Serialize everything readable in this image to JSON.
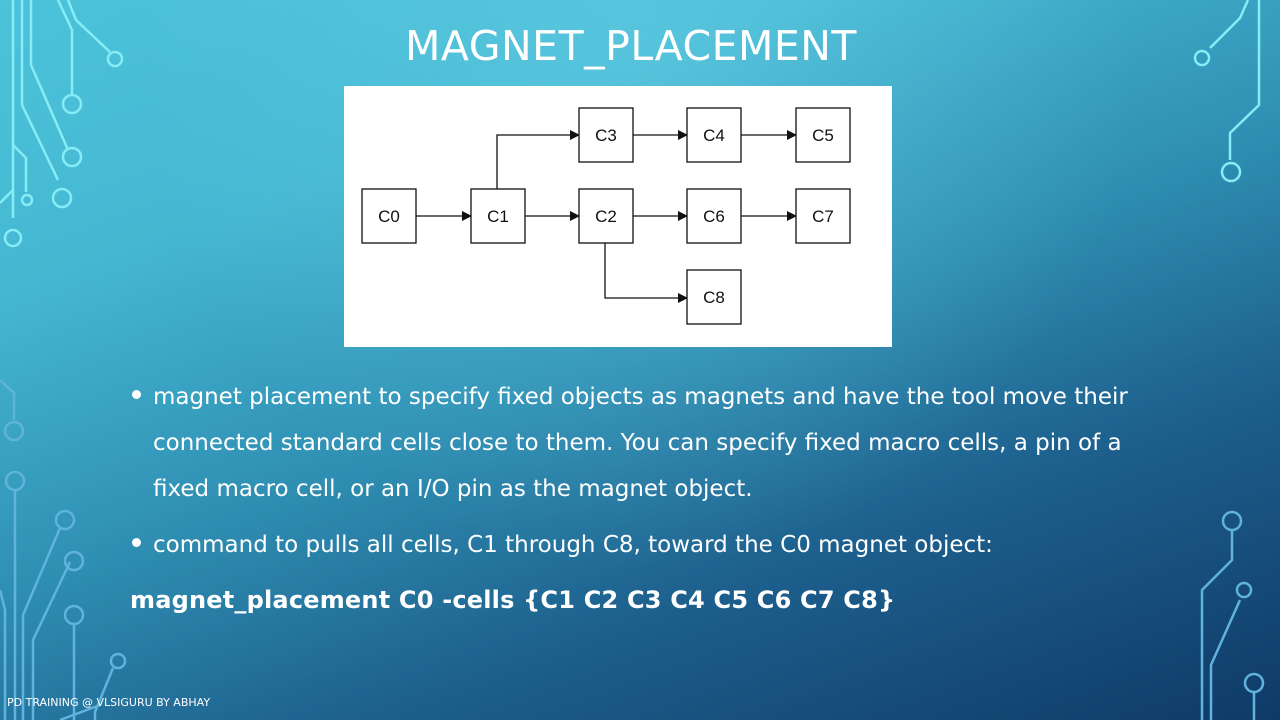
{
  "slide": {
    "title": "MAGNET_PLACEMENT",
    "bullets": [
      {
        "text": "magnet placement to specify fixed objects as magnets and have the tool move their connected standard cells close to them. You can specify fixed macro cells, a pin of a fixed macro cell, or an I/O pin as the magnet object."
      },
      {
        "text": "command to pulls all cells, C1 through C8, toward the C0 magnet object:"
      }
    ],
    "command": "magnet_placement C0 -cells {C1 C2 C3 C4 C5 C6 C7 C8}",
    "footer": "PD TRAINING @ VLSIGURU  BY ABHAY"
  },
  "diagram": {
    "cells": [
      {
        "id": "C0",
        "label": "C0",
        "col": 0,
        "row": 1
      },
      {
        "id": "C1",
        "label": "C1",
        "col": 1,
        "row": 1
      },
      {
        "id": "C2",
        "label": "C2",
        "col": 2,
        "row": 1
      },
      {
        "id": "C3",
        "label": "C3",
        "col": 2,
        "row": 0
      },
      {
        "id": "C4",
        "label": "C4",
        "col": 3,
        "row": 0
      },
      {
        "id": "C5",
        "label": "C5",
        "col": 4,
        "row": 0
      },
      {
        "id": "C6",
        "label": "C6",
        "col": 3,
        "row": 1
      },
      {
        "id": "C7",
        "label": "C7",
        "col": 4,
        "row": 1
      },
      {
        "id": "C8",
        "label": "C8",
        "col": 3,
        "row": 2
      }
    ],
    "edges": [
      {
        "from": "C0",
        "to": "C1"
      },
      {
        "from": "C1",
        "to": "C2"
      },
      {
        "from": "C1",
        "to": "C3"
      },
      {
        "from": "C3",
        "to": "C4"
      },
      {
        "from": "C4",
        "to": "C5"
      },
      {
        "from": "C2",
        "to": "C6"
      },
      {
        "from": "C6",
        "to": "C7"
      },
      {
        "from": "C2",
        "to": "C8"
      }
    ]
  },
  "colors": {
    "text": "#ffffff",
    "circuit_light": "#7fe6f2",
    "circuit_dark": "#4a9fd6",
    "diagram_bg": "#ffffff",
    "diagram_line": "#111111"
  }
}
